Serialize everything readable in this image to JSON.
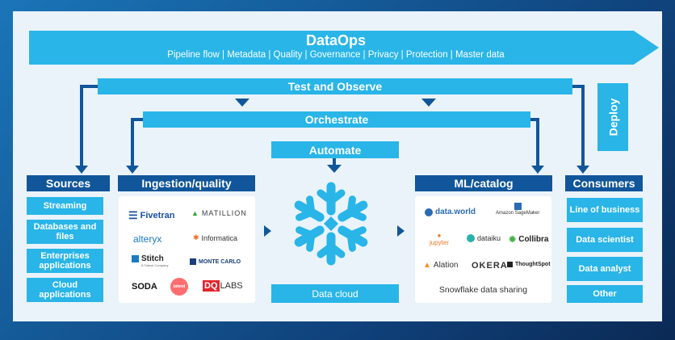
{
  "dataops": {
    "title": "DataOps",
    "subtitle": "Pipeline flow | Metadata | Quality | Governance | Privacy | Protection | Master data"
  },
  "bars": {
    "test_observe": "Test and Observe",
    "orchestrate": "Orchestrate",
    "automate": "Automate",
    "deploy": "Deploy"
  },
  "sources": {
    "title": "Sources",
    "items": [
      "Streaming",
      "Databases and files",
      "Enterprises applications",
      "Cloud applications"
    ]
  },
  "ingestion": {
    "title": "Ingestion/quality",
    "logos": [
      "Fivetran",
      "MATILLION",
      "alteryx",
      "Informatica",
      "Stitch",
      "A Talend Company",
      "MONTE CARLO",
      "SODA",
      "talend",
      "DQ",
      "LABS"
    ]
  },
  "center": {
    "label": "Data cloud"
  },
  "ml": {
    "title": "ML/catalog",
    "logos": [
      "data.world",
      "Amazon SageMaker",
      "jupyter",
      "dataiku",
      "Collibra",
      "Alation",
      "OKERA",
      "ThoughtSpot"
    ],
    "footer": "Snowflake data sharing"
  },
  "consumers": {
    "title": "Consumers",
    "items": [
      "Line of business",
      "Data scientist",
      "Data analyst",
      "Other"
    ]
  },
  "colors": {
    "accent": "#29b5e8",
    "navy": "#11569a",
    "panel": "#eaf3fa"
  }
}
